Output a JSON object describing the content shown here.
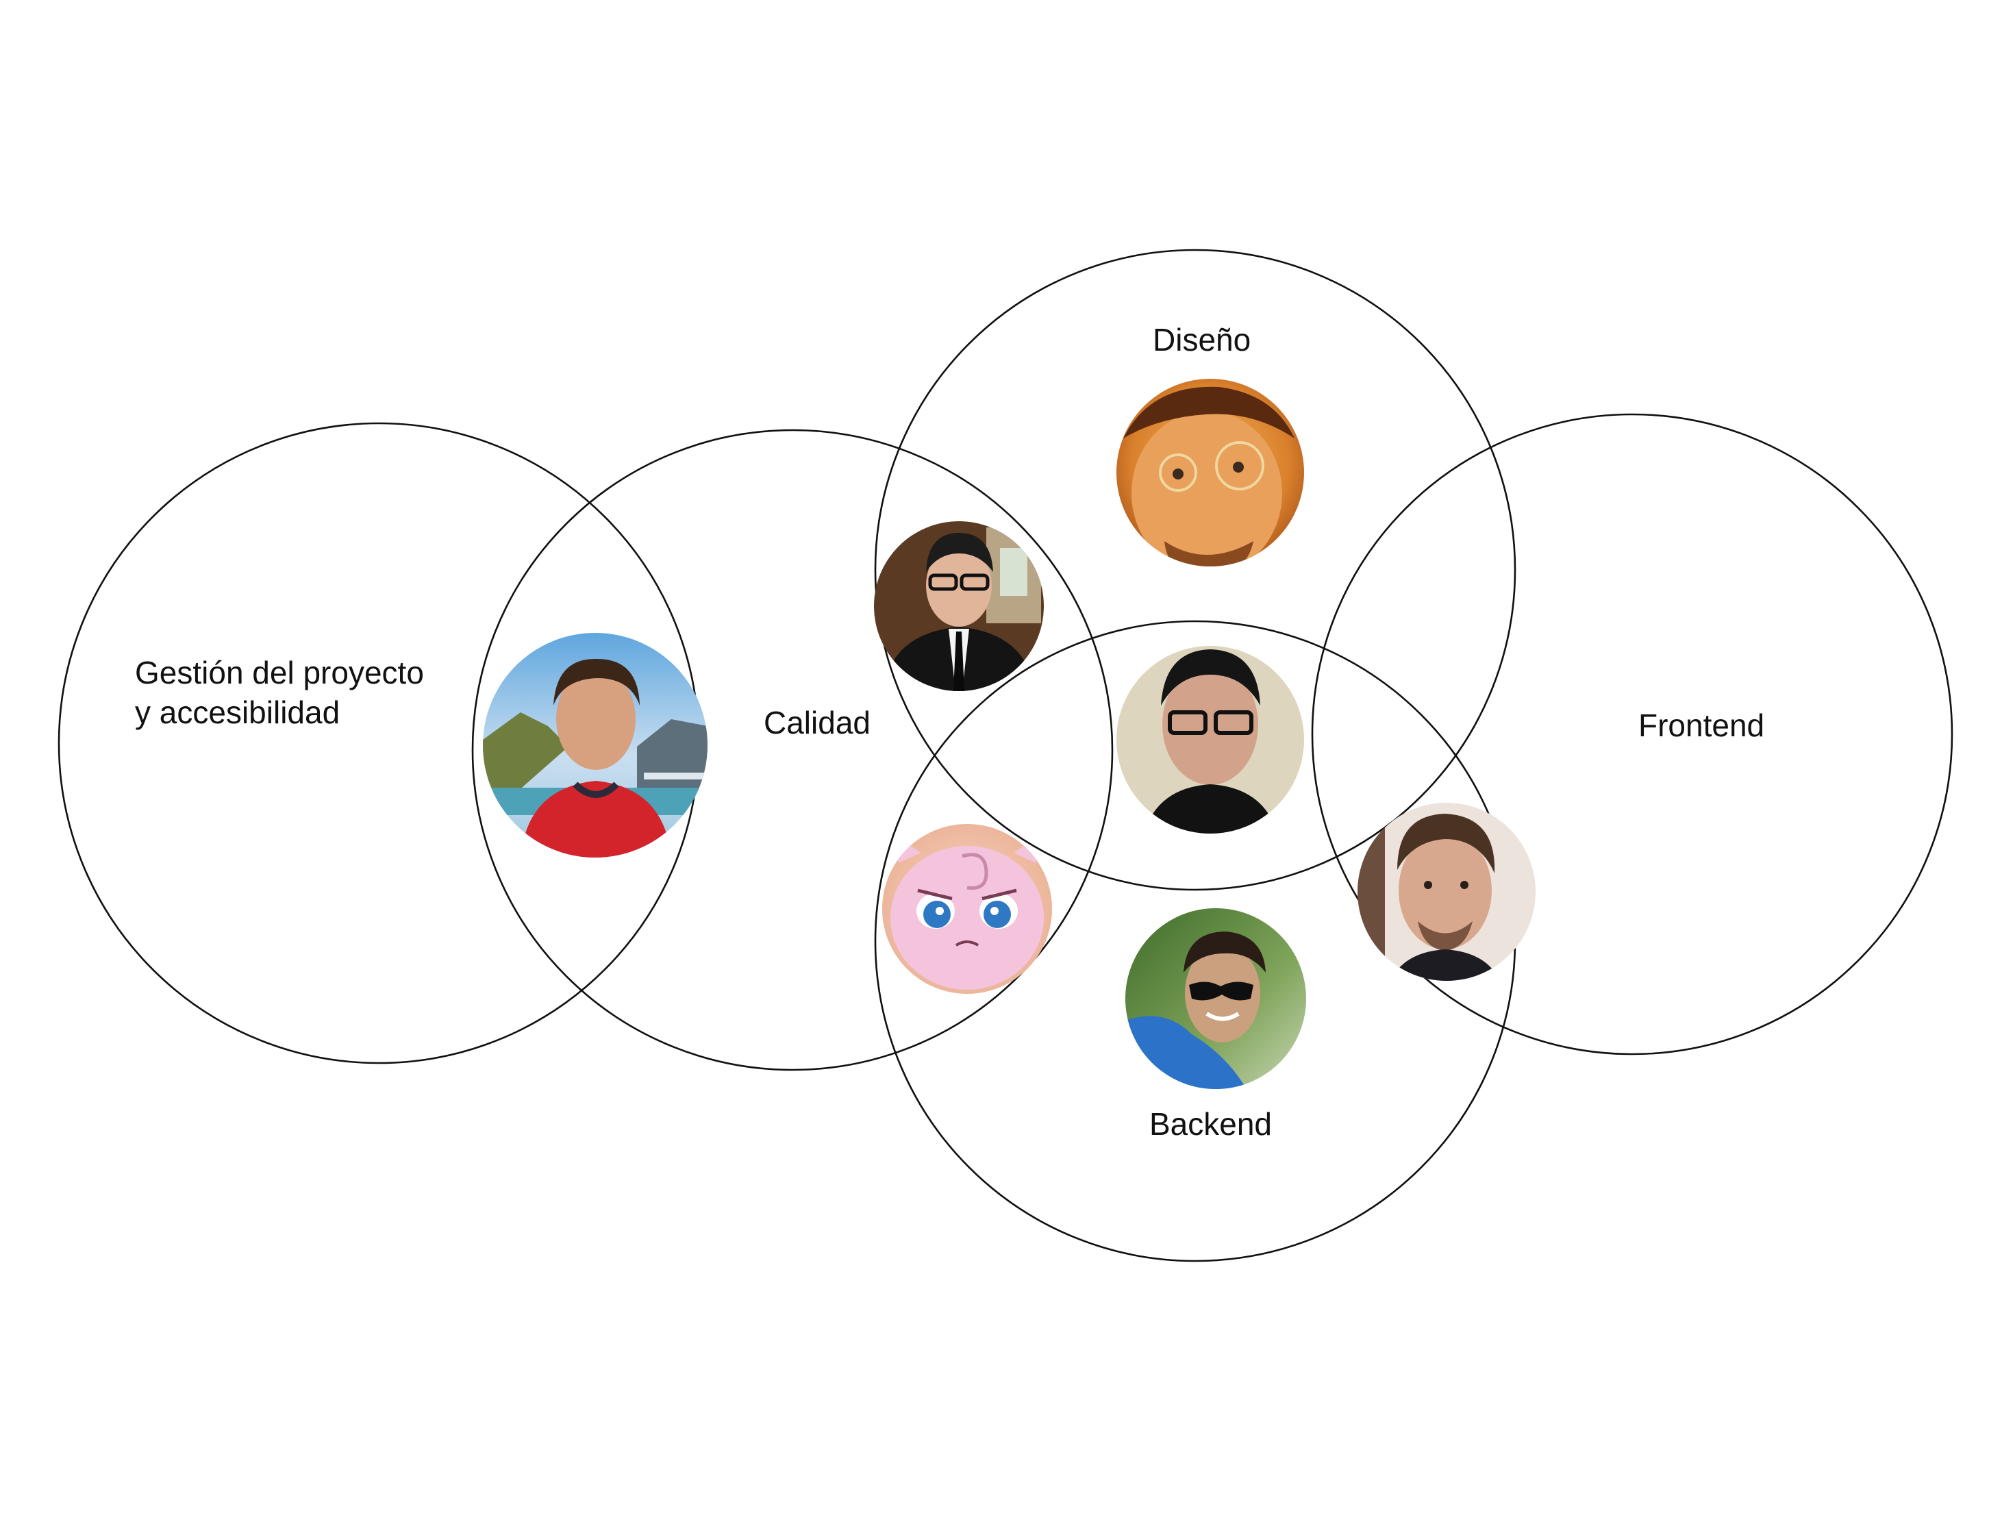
{
  "groups": [
    {
      "id": "gestion",
      "label_lines": [
        "Gestión del proyecto",
        "y accesibilidad"
      ]
    },
    {
      "id": "calidad",
      "label_lines": [
        "Calidad"
      ]
    },
    {
      "id": "diseno",
      "label_lines": [
        "Diseño"
      ]
    },
    {
      "id": "frontend",
      "label_lines": [
        "Frontend"
      ]
    },
    {
      "id": "backend",
      "label_lines": [
        "Backend"
      ]
    }
  ],
  "members": [
    {
      "id": "m1",
      "kind": "photo",
      "desc": "young man with dark hair, red shirt, mountain lake background"
    },
    {
      "id": "m2",
      "kind": "photo",
      "desc": "man with glasses, black suit and tie, office background"
    },
    {
      "id": "m3",
      "kind": "photo",
      "desc": "man with round glasses, warm orange-toned selfie"
    },
    {
      "id": "m4",
      "kind": "photo",
      "desc": "man with dark glasses, black t-shirt, beige wall"
    },
    {
      "id": "m5",
      "kind": "illustration",
      "desc": "pink round cartoon creature with blue eyes, frowning"
    },
    {
      "id": "m6",
      "kind": "photo",
      "desc": "man with sunglasses, blue shirt, outdoor trees"
    },
    {
      "id": "m7",
      "kind": "photo",
      "desc": "man with short brown hair, light background"
    }
  ],
  "colors": {
    "circle_stroke": "#111111",
    "background": "#ffffff"
  }
}
